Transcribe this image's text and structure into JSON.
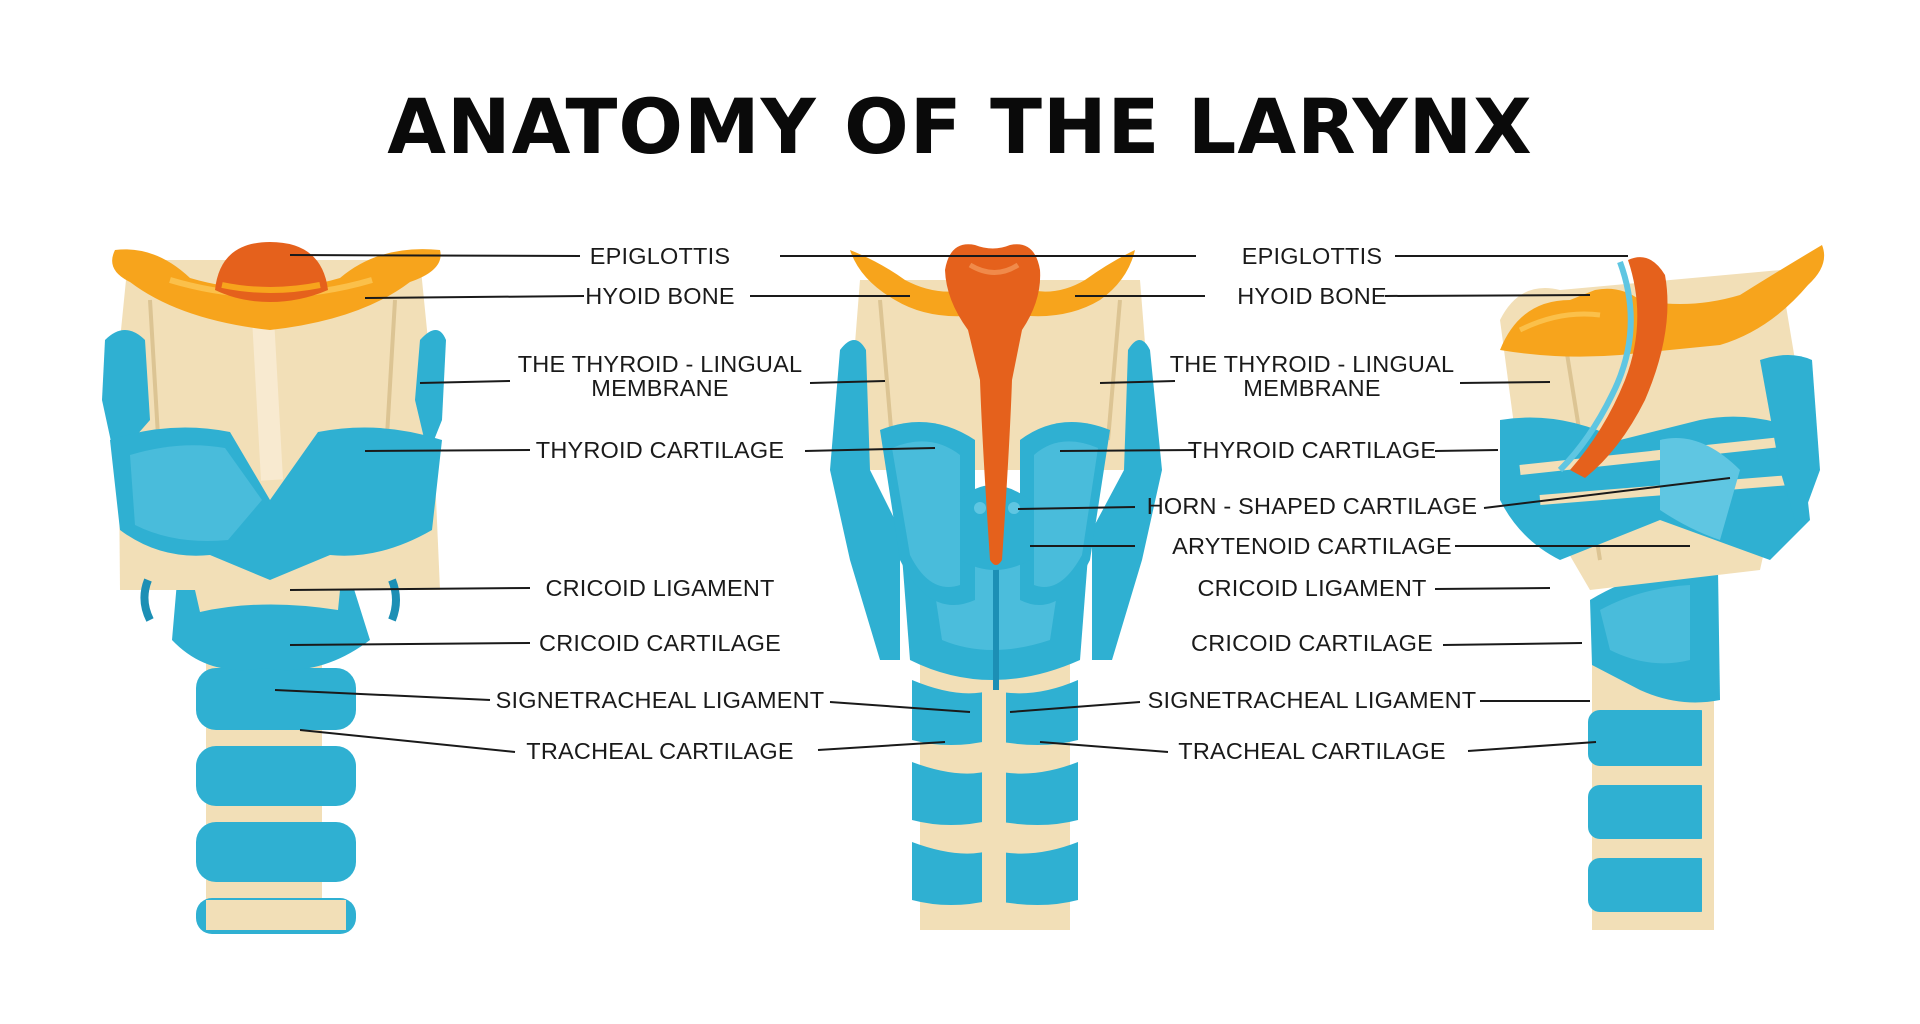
{
  "title": "ANATOMY OF THE LARYNX",
  "colors": {
    "cartilage_blue": "#2fb0d2",
    "cartilage_blue_dark": "#1c8fb5",
    "cartilage_blue_light": "#5fc6e2",
    "bone_orange": "#f7a41c",
    "bone_orange_light": "#fbc04a",
    "epiglottis_orange": "#e5611c",
    "tissue_beige": "#f2dfb7",
    "tissue_beige_dark": "#dcc493",
    "leader_line": "#1a1a1a"
  },
  "views": {
    "left": {
      "labels": [
        {
          "line1": "EPIGLOTTIS"
        },
        {
          "line1": "HYOID BONE"
        },
        {
          "line1": "THE THYROID - LINGUAL",
          "line2": "MEMBRANE"
        },
        {
          "line1": "THYROID CARTILAGE"
        },
        {
          "line1": "CRICOID LIGAMENT"
        },
        {
          "line1": "CRICOID CARTILAGE"
        },
        {
          "line1": "SIGNETRACHEAL LIGAMENT"
        },
        {
          "line1": "TRACHEAL CARTILAGE"
        }
      ]
    },
    "right": {
      "labels": [
        {
          "line1": "EPIGLOTTIS"
        },
        {
          "line1": "HYOID BONE"
        },
        {
          "line1": "THE THYROID - LINGUAL",
          "line2": "MEMBRANE"
        },
        {
          "line1": "THYROID CARTILAGE"
        },
        {
          "line1": "HORN - SHAPED CARTILAGE"
        },
        {
          "line1": "ARYTENOID CARTILAGE"
        },
        {
          "line1": "CRICOID LIGAMENT"
        },
        {
          "line1": "CRICOID CARTILAGE"
        },
        {
          "line1": "SIGNETRACHEAL LIGAMENT"
        },
        {
          "line1": "TRACHEAL CARTILAGE"
        }
      ]
    }
  }
}
